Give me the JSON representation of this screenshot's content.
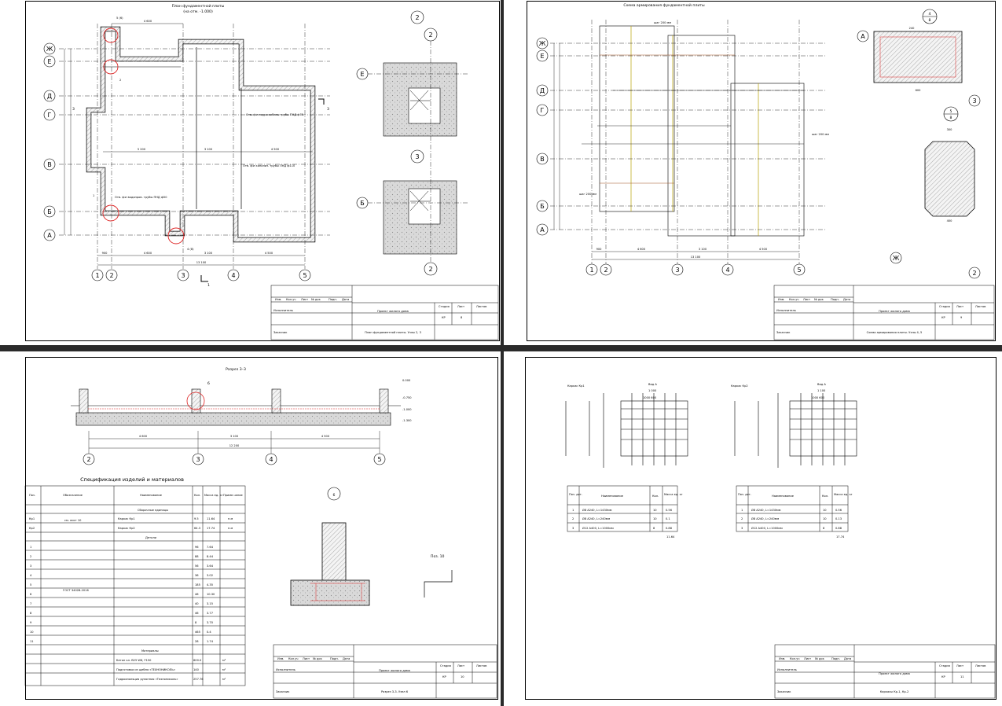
{
  "sheet1": {
    "title": "План фундаментной плиты",
    "subtitle": "(на отм. -1.000)",
    "axes_h": [
      "1",
      "2",
      "3",
      "4",
      "5"
    ],
    "axes_v": [
      "Ж",
      "Е",
      "Д",
      "Г",
      "В",
      "Б",
      "А"
    ],
    "dims_bottom": [
      "900",
      "4 600",
      "3 100",
      "4 500"
    ],
    "dim_total": "13 100",
    "dims_top": [
      "4 600"
    ],
    "dims_mid": [
      "5 200",
      "3 100",
      "4 500"
    ],
    "section_marks": [
      "3",
      "3",
      "1",
      "1",
      "2",
      "2"
    ],
    "notes": [
      "Отв. ф≥ гидро кабель трубы ПНД ф75",
      "Отв. ф≥ канализ. трубы ПНД ф110",
      "Отв. ф≥ водопров. трубы ПНД ф50"
    ],
    "node_labels": [
      "1",
      "2",
      "5 (6)",
      "4 (8)"
    ],
    "detail_axes": [
      "2",
      "Е",
      "3",
      "Б",
      "2"
    ],
    "stamp": {
      "title": "Проект жилого дома",
      "sheet_name": "План фундаментной плиты. Узлы 2, 3",
      "stage": "КР",
      "sheet": "8",
      "stage_label": "Стадия",
      "sheet_label": "Лист",
      "sheets_label": "Листов",
      "dev": "Исполнитель",
      "check": "Заказчик",
      "cols": [
        "Изм.",
        "Кол.уч",
        "Лист",
        "№ док",
        "Подп.",
        "Дата"
      ]
    }
  },
  "sheet2": {
    "title": "Схема армирования фундаментной плиты",
    "axes_h": [
      "1",
      "2",
      "3",
      "4",
      "5"
    ],
    "axes_v": [
      "Ж",
      "Е",
      "Д",
      "Г",
      "В",
      "Б",
      "А"
    ],
    "dims_bottom": [
      "900",
      "4 600",
      "3 100",
      "4 500"
    ],
    "dim_total": "13 100",
    "node_marks": [
      "4",
      "8",
      "5",
      "8"
    ],
    "detail_axes": [
      "А",
      "3",
      "Ж",
      "2"
    ],
    "node_dims": [
      "240",
      "600",
      "400",
      "300"
    ],
    "bar_notes": [
      "шаг 200 мм"
    ],
    "stamp": {
      "title": "Проект жилого дома",
      "sheet_name": "Схема армирования плиты. Узлы 4, 5",
      "stage": "КР",
      "sheet": "9",
      "stage_label": "Стадия",
      "sheet_label": "Лист",
      "sheets_label": "Листов",
      "dev": "Исполнитель",
      "check": "Заказчик",
      "cols": [
        "Изм.",
        "Кол.уч",
        "Лист",
        "№ док",
        "Подп.",
        "Дата"
      ]
    }
  },
  "sheet3": {
    "section_title": "Разрез 3–3",
    "levels": [
      "0.000",
      "-0.750",
      "-1.000",
      "-1.300"
    ],
    "dims": [
      "4 600",
      "3 100",
      "4 500"
    ],
    "dim_total": "12 200",
    "axes": [
      "2",
      "3",
      "4",
      "5"
    ],
    "node_mark": "6",
    "node_title": "6",
    "pos_title": "Поз. 10",
    "spec_title": "Спецификация изделий и материалов",
    "spec_headers": [
      "Поз.",
      "Обозначение",
      "Наименование",
      "Кол.",
      "Масса ед. кг",
      "Приме-чание"
    ],
    "spec_group1": "Сборочные единицы",
    "spec_group2": "Детали",
    "spec_group3": "Материалы",
    "spec_kr": [
      {
        "pos": "Кр1",
        "name": "Каркас Кр1",
        "qty": "9.5",
        "mass": "11.64",
        "note": "п.м"
      },
      {
        "pos": "Кр2",
        "name": "Каркас Кр2",
        "qty": "64.3",
        "mass": "17.74",
        "note": "п.м"
      }
    ],
    "spec_kr_doc": "см. лист 10",
    "spec_gost": "ГОСТ 34028-2016",
    "spec_details": [
      {
        "pos": "1",
        "qty": "96",
        "mass": "7.64"
      },
      {
        "pos": "2",
        "qty": "88",
        "mass": "8.44"
      },
      {
        "pos": "3",
        "qty": "56",
        "mass": "3.64"
      },
      {
        "pos": "4",
        "qty": "36",
        "mass": "3.02"
      },
      {
        "pos": "5",
        "qty": "185",
        "mass": "4.35"
      },
      {
        "pos": "6",
        "qty": "46",
        "mass": "10.30"
      },
      {
        "pos": "7",
        "qty": "40",
        "mass": "3.15"
      },
      {
        "pos": "8",
        "qty": "46",
        "mass": "3.77"
      },
      {
        "pos": "9",
        "qty": "8",
        "mass": "3.70"
      },
      {
        "pos": "10",
        "qty": "465",
        "mass": "0.4"
      },
      {
        "pos": "11",
        "qty": "28",
        "mass": "1.74"
      }
    ],
    "spec_materials": [
      {
        "name": "Бетон кл. В25 W6, F150",
        "qty": "600.0",
        "unit": "м³"
      },
      {
        "name": "Подготовка из щебня «ТЕХНОНИКОЛЬ»",
        "qty": "140",
        "unit": "м²"
      },
      {
        "name": "Гидроизоляция рулонная «Технониколь»",
        "qty": "257.76",
        "unit": "м²"
      }
    ],
    "stamp": {
      "title": "Проект жилого дома",
      "sheet_name": "Разрез 3-3. Узел 6",
      "stage": "КР",
      "sheet": "10",
      "stage_label": "Стадия",
      "sheet_label": "Лист",
      "sheets_label": "Листов",
      "dev": "Исполнитель",
      "check": "Заказчик",
      "cols": [
        "Изм.",
        "Кол.уч",
        "Лист",
        "№ док",
        "Подп.",
        "Дата"
      ]
    }
  },
  "sheet4": {
    "cages": [
      {
        "title": "Каркас Кр1",
        "view": "Вид А",
        "dims": [
          "1 000",
          "1000 600"
        ],
        "table_headers": [
          "Поз. дет.",
          "Наименование",
          "Кол.",
          "Масса ед. кг"
        ],
        "rows": [
          {
            "pos": "1",
            "name": "Ø8 А240, L=1430мм",
            "qty": "10",
            "mass": "0.56"
          },
          {
            "pos": "2",
            "name": "Ø8 А240, L=240мм",
            "qty": "10",
            "mass": "0.1"
          },
          {
            "pos": "3",
            "name": "Ø12 А400, L=1000мм",
            "qty": "8",
            "mass": "0.88"
          }
        ],
        "total": "11.64"
      },
      {
        "title": "Каркас Кр2",
        "view": "Вид А",
        "dims": [
          "1 100",
          "1000 600"
        ],
        "table_headers": [
          "Поз. дет.",
          "Наименование",
          "Кол.",
          "Масса ед. кг"
        ],
        "rows": [
          {
            "pos": "1",
            "name": "Ø8 А240, L=1430мм",
            "qty": "10",
            "mass": "0.56"
          },
          {
            "pos": "2",
            "name": "Ø8 А240, L=240мм",
            "qty": "10",
            "mass": "0.13"
          },
          {
            "pos": "3",
            "name": "Ø12 А400, L=1000мм",
            "qty": "8",
            "mass": "0.88"
          }
        ],
        "total": "17.74"
      }
    ],
    "stamp": {
      "title": "Проект жилого дома",
      "sheet_name": "Каркасы Кр-1, Кр-2",
      "stage": "КР",
      "sheet": "11",
      "stage_label": "Стадия",
      "sheet_label": "Лист",
      "sheets_label": "Листов",
      "dev": "Исполнитель",
      "check": "Заказчик",
      "cols": [
        "Изм.",
        "Кол.уч",
        "Лист",
        "№ док",
        "Подп.",
        "Дата"
      ]
    }
  }
}
